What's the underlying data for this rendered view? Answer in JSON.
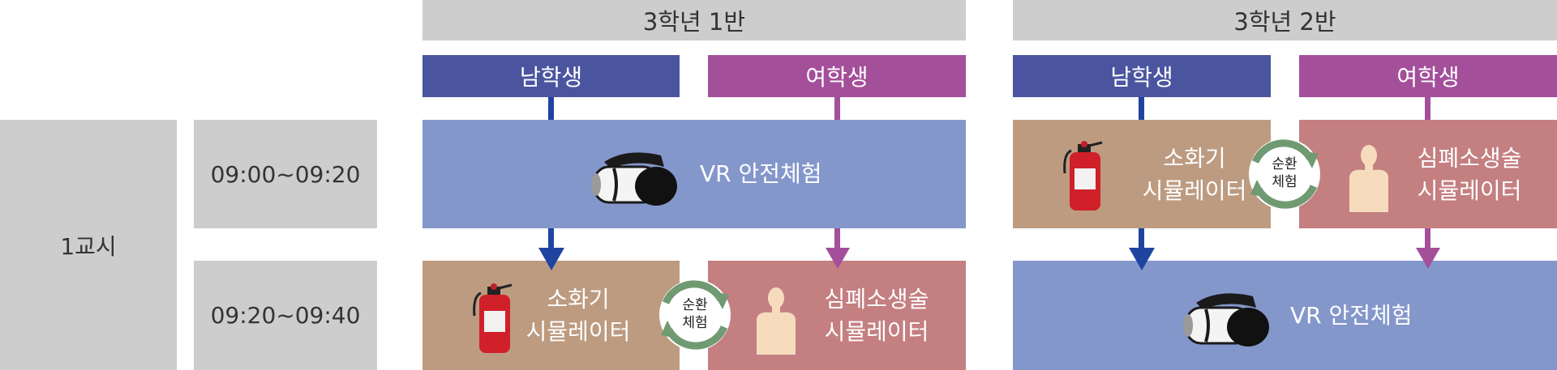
{
  "colors": {
    "gray": "#cdcdcd",
    "boy": "#4b559f",
    "girl": "#a34f9a",
    "vr": "#8497cb",
    "fire": "#bd9b80",
    "cpr": "#c47f81",
    "arrow_boy": "#1f44a0",
    "arrow_girl": "#a34f9a",
    "cycle": "#6f9a72"
  },
  "period": "1교시",
  "times": [
    "09:00~09:20",
    "09:20~09:40"
  ],
  "classes": [
    {
      "title": "3학년 1반",
      "boys": "남학생",
      "girls": "여학생",
      "slot1": {
        "vr": "VR 안전체험"
      },
      "slot2": {
        "fire_line1": "소화기",
        "fire_line2": "시뮬레이터",
        "cpr_line1": "심폐소생술",
        "cpr_line2": "시뮬레이터",
        "cycle_line1": "순환",
        "cycle_line2": "체험"
      }
    },
    {
      "title": "3학년 2반",
      "boys": "남학생",
      "girls": "여학생",
      "slot1": {
        "fire_line1": "소화기",
        "fire_line2": "시뮬레이터",
        "cpr_line1": "심폐소생술",
        "cpr_line2": "시뮬레이터",
        "cycle_line1": "순환",
        "cycle_line2": "체험"
      },
      "slot2": {
        "vr": "VR 안전체험"
      }
    }
  ],
  "icons": [
    "vr-headset-icon",
    "fire-extinguisher-icon",
    "cpr-mannequin-icon",
    "cycle-arrows-icon",
    "arrow-down-icon"
  ]
}
